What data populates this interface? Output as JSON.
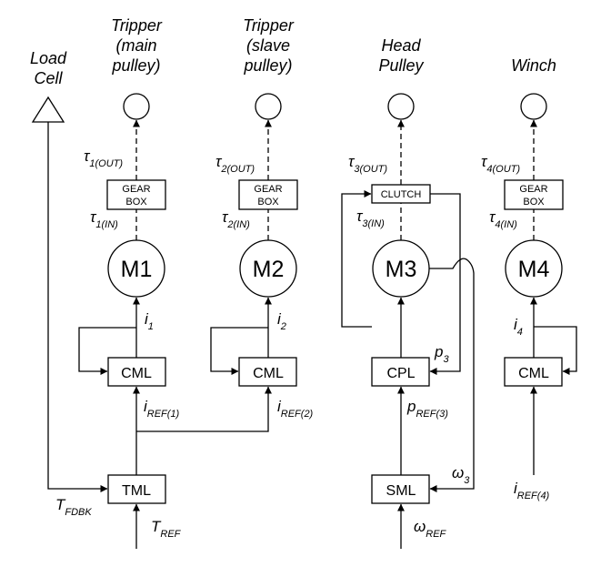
{
  "headings": {
    "load_cell": [
      "Load",
      "Cell"
    ],
    "tripper_main": [
      "Tripper",
      "(main",
      "pulley)"
    ],
    "tripper_slave": [
      "Tripper",
      "(slave",
      "pulley)"
    ],
    "head_pulley": [
      "Head",
      "Pulley"
    ],
    "winch": [
      "Winch"
    ]
  },
  "motors": [
    "M1",
    "M2",
    "M3",
    "M4"
  ],
  "boxes": {
    "gear_box": [
      "GEAR",
      "BOX"
    ],
    "clutch": "CLUTCH",
    "cml": "CML",
    "cpl": "CPL",
    "tml": "TML",
    "sml": "SML"
  },
  "signals": {
    "tau_out": [
      {
        "sym": "τ",
        "sub": "1(OUT)"
      },
      {
        "sym": "τ",
        "sub": "2(OUT)"
      },
      {
        "sym": "τ",
        "sub": "3(OUT)"
      },
      {
        "sym": "τ",
        "sub": "4(OUT)"
      }
    ],
    "tau_in": [
      {
        "sym": "τ",
        "sub": "1(IN)"
      },
      {
        "sym": "τ",
        "sub": "2(IN)"
      },
      {
        "sym": "τ",
        "sub": "3(IN)"
      },
      {
        "sym": "τ",
        "sub": "4(IN)"
      }
    ],
    "i1": {
      "sym": "i",
      "sub": "1"
    },
    "i2": {
      "sym": "i",
      "sub": "2"
    },
    "i4": {
      "sym": "i",
      "sub": "4"
    },
    "p3": {
      "sym": "p",
      "sub": "3"
    },
    "i_ref1": {
      "sym": "i",
      "sub": "REF(1)"
    },
    "i_ref2": {
      "sym": "i",
      "sub": "REF(2)"
    },
    "p_ref3": {
      "sym": "p",
      "sub": "REF(3)"
    },
    "omega3": {
      "sym": "ω",
      "sub": "3"
    },
    "t_fdbk": {
      "sym": "T",
      "sub": "FDBK"
    },
    "t_ref": {
      "sym": "T",
      "sub": "REF"
    },
    "omega_ref": {
      "sym": "ω",
      "sub": "REF"
    },
    "i_ref4": {
      "sym": "i",
      "sub": "REF(4)"
    }
  }
}
